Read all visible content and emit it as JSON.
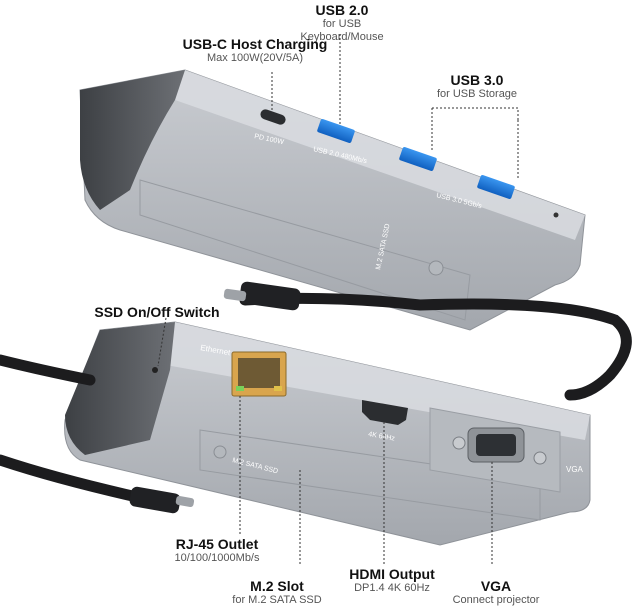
{
  "callouts": {
    "usb2": {
      "title": "USB 2.0",
      "sub": "for USB Keyboard/Mouse"
    },
    "usbc": {
      "title": "USB-C Host Charging",
      "sub": "Max 100W(20V/5A)"
    },
    "usb3": {
      "title": "USB 3.0",
      "sub": "for USB Storage"
    },
    "ssd_switch": {
      "title": "SSD On/Off Switch"
    },
    "rj45": {
      "title": "RJ-45 Outlet",
      "sub": "10/100/1000Mb/s"
    },
    "m2": {
      "title": "M.2 Slot",
      "sub": "for M.2 SATA SSD"
    },
    "hdmi": {
      "title": "HDMI Output",
      "sub": "DP1.4 4K 60Hz"
    },
    "vga": {
      "title": "VGA",
      "sub": "Connect projector"
    }
  },
  "device_labels": {
    "pd": "PD 100W",
    "usb2": "USB 2.0 480Mb/s",
    "usb3": "USB 3.0 5Gb/s",
    "m2_top": "M.2 SATA SSD",
    "ethernet": "Ethernet",
    "hdmi": "4K 60Hz",
    "m2_bottom": "M.2 SATA SSD",
    "vga": "VGA"
  },
  "colors": {
    "body_light": "#c4c7cc",
    "body_mid": "#a9adb3",
    "body_dark": "#55585d",
    "cable": "#1c1c1e",
    "usb_blue": "#1f7fe0"
  }
}
